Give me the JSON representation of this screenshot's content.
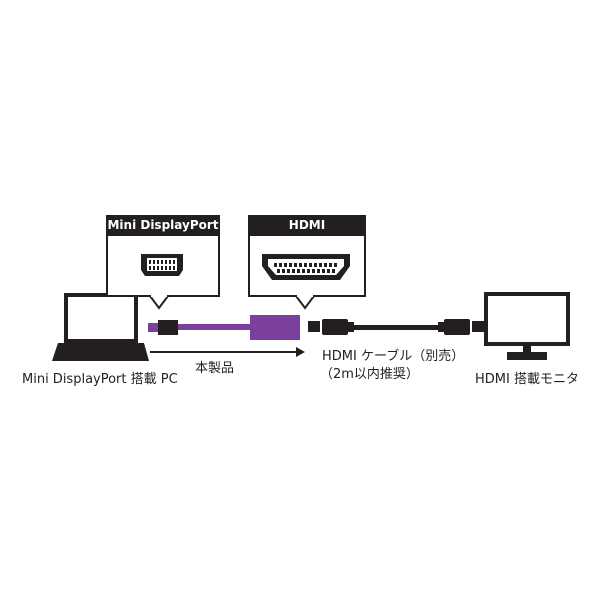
{
  "diagram": {
    "callouts": {
      "mini_displayport": "Mini DisplayPort",
      "hdmi": "HDMI"
    },
    "labels": {
      "pc": "Mini DisplayPort 搭載 PC",
      "product": "本製品",
      "cable_line1": "HDMI ケーブル（別売）",
      "cable_line2": "（2m以内推奨）",
      "monitor": "HDMI 搭載モニタ"
    },
    "colors": {
      "adapter": "#7b3f9e",
      "ink": "#231f20",
      "callout_fill": "#231f20",
      "callout_bg": "#ffffff"
    }
  }
}
